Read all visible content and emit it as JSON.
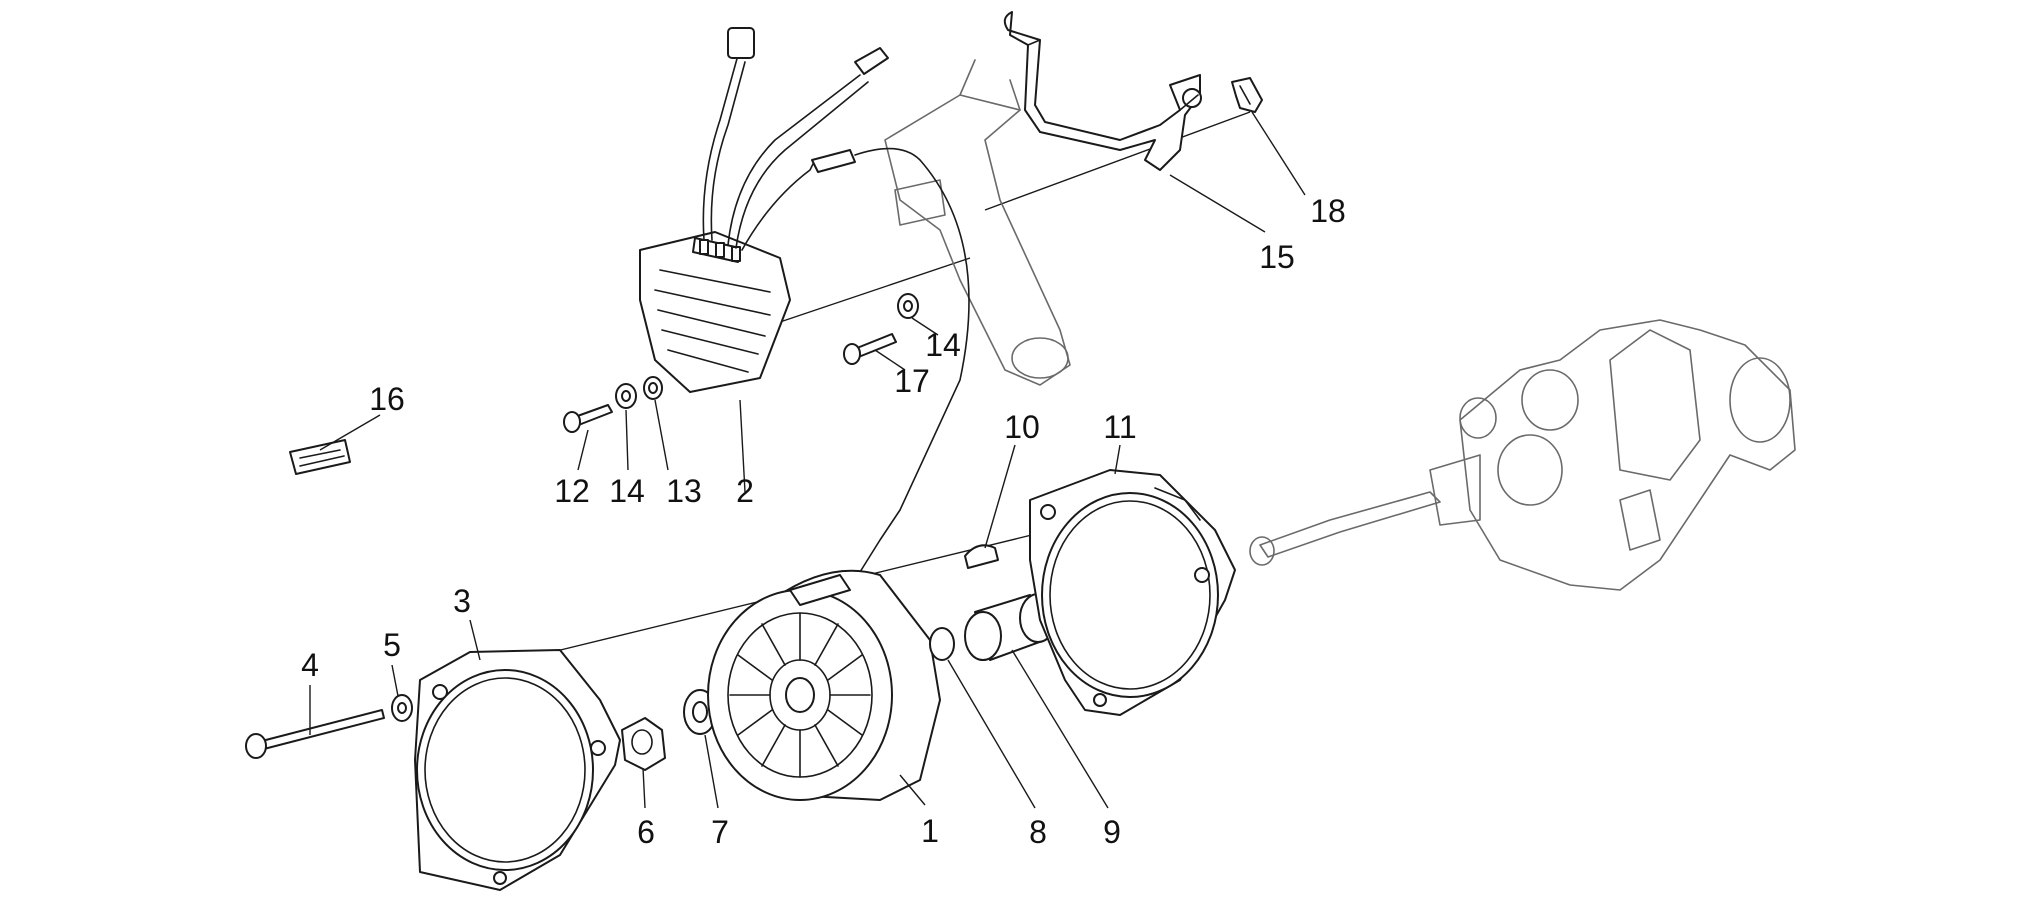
{
  "callouts": {
    "c1": "1",
    "c2": "2",
    "c3": "3",
    "c4": "4",
    "c5": "5",
    "c6": "6",
    "c7": "7",
    "c8": "8",
    "c9": "9",
    "c10": "10",
    "c11": "11",
    "c12": "12",
    "c13": "13",
    "c14a": "14",
    "c14b": "14",
    "c15": "15",
    "c16": "16",
    "c17": "17",
    "c18": "18"
  },
  "colors": {
    "line": "#1a1a1a",
    "ghost": "#6a6a6a",
    "background": "#ffffff"
  }
}
